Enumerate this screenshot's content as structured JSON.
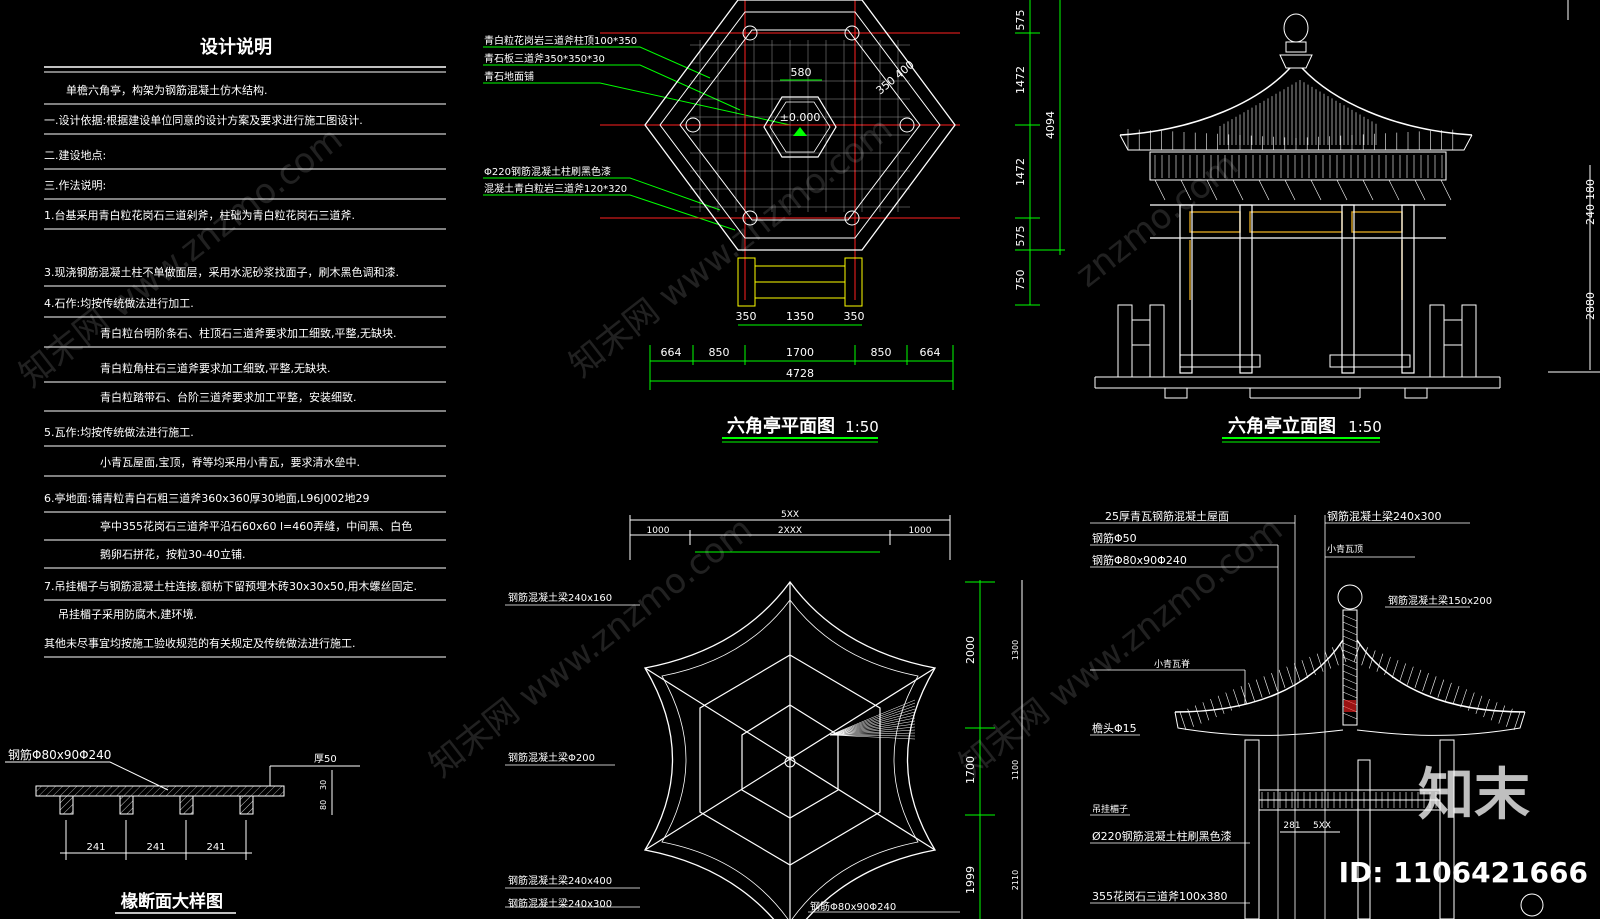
{
  "notes": {
    "title": "设计说明",
    "lines": [
      "单檐六角亭，构架为钢筋混凝土仿木结构.",
      "一.设计依据:根据建设单位同意的设计方案及要求进行施工图设计.",
      "二.建设地点:",
      "三.作法说明:",
      "1.台基采用青白粒花岗石三道剁斧，柱础为青白粒花岗石三道斧.",
      "3.现浇钢筋混凝土柱不单做面层，采用水泥砂浆找面子，刷木黑色调和漆.",
      "4.石作:均按传统做法进行加工.",
      "青白粒台明阶条石、柱顶石三道斧要求加工细致,平整,无缺块.",
      "青白粒角柱石三道斧要求加工细致,平整,无缺块.",
      "青白粒踏带石、台阶三道斧要求加工平整，安装细致.",
      "5.瓦作:均按传统做法进行施工.",
      "小青瓦屋面,宝顶，脊等均采用小青瓦，要求清水垒中.",
      "6.亭地面:铺青粒青白石粗三道斧360x360厚30地面,L96J002地29",
      "亭中355花岗石三道斧平沿石60x60 l=460弄缝，中间黑、白色",
      "鹅卵石拼花，按粒30-40立铺.",
      "7.吊挂楣子与钢筋混凝土柱连接,额枋下留预埋木砖30x30x50,用木螺丝固定.",
      "吊挂楣子采用防腐木,建环境.",
      "其他未尽事宜均按施工验收规范的有关规定及传统做法进行施工."
    ]
  },
  "plan": {
    "title": "六角亭平面图",
    "scale": "1:50",
    "callouts": [
      "青白粒花岗岩三道斧柱顶100*350",
      "青石板三道斧350*350*30",
      "青石地面铺",
      "Φ220钢筋混凝土柱刷黑色漆",
      "混凝土青白粒岩三道斧120*320"
    ],
    "center_label": "±0.000",
    "dim_top": "580",
    "dim_diag": "350 400",
    "steps_dims": [
      "350",
      "1350",
      "350"
    ],
    "bottom_dims": [
      "664",
      "850",
      "1700",
      "850",
      "664"
    ],
    "bottom_total": "4728",
    "right_dims": [
      "575",
      "1472",
      "1472",
      "575",
      "750"
    ],
    "right_total": "4094"
  },
  "elevation": {
    "title": "六角亭立面图",
    "scale": "1:50",
    "edge_dims": [
      "180",
      "240",
      "2880"
    ]
  },
  "roof": {
    "top_dims": [
      "5XX",
      "1000",
      "2XXX",
      "1000"
    ],
    "callouts": [
      "钢筋混凝土梁240x160",
      "钢筋混凝土梁Φ200",
      "钢筋混凝土梁240x400",
      "钢筋混凝土梁240x300",
      "钢筋Φ80x90Φ240"
    ],
    "right_dims": [
      "2000",
      "1700",
      "1999"
    ],
    "right_dims_small": [
      "1300",
      "1100",
      "2110"
    ]
  },
  "section": {
    "callouts": [
      "25厚青瓦钢筋混凝土屋面",
      "钢筋混凝土梁240x300",
      "钢筋Φ50",
      "钢筋Φ80x90Φ240",
      "钢筋混凝土梁150x200",
      "小青瓦顶",
      "小青瓦脊",
      "檐头Φ15",
      "吊挂楣子",
      "Ø220钢筋混凝土柱刷黑色漆",
      "355花岗石三道斧100x380"
    ],
    "dims": [
      "281",
      "5XX"
    ]
  },
  "detail": {
    "title": "椽断面大样图",
    "label": "钢筋Φ80x90Φ240",
    "dims": [
      "241",
      "241",
      "241"
    ],
    "side_label": "厚50",
    "side_dims": [
      "30",
      "80"
    ]
  },
  "watermark": {
    "texts": [
      "知末网 www.znzmo.com",
      "知末网 www.znzmo.com",
      "知末网 www.znzmo.com",
      "知末网 www.znzmo.com",
      "znzmo.com"
    ],
    "logo": "知末",
    "id": "ID: 1106421666"
  },
  "colors": {
    "background": "#000000",
    "lines": "#ffffff",
    "dimension": "#00ff00",
    "axis": "#ff2020",
    "dim_yellow": "#ffff00",
    "bracket": "#c8961e"
  }
}
